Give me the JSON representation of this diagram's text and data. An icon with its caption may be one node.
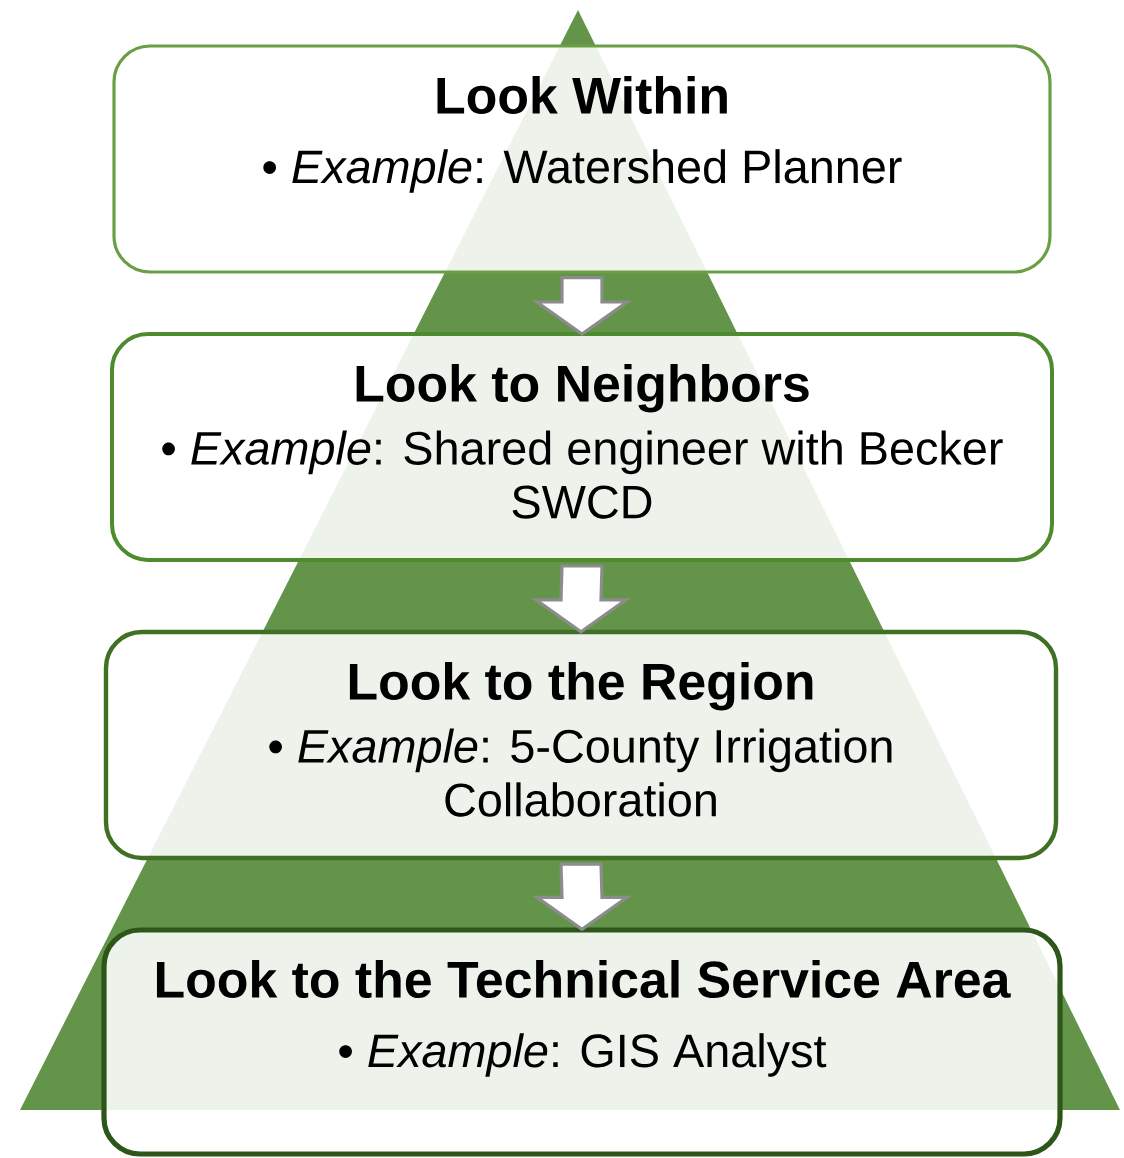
{
  "diagram": {
    "nodes": [
      {
        "text": [
          "Look Within",
          "• *Example*: Watershed Planner"
        ]
      },
      {
        "text": [
          "Look to Neighbors",
          "• *Example*: Shared engineer with Becker SWCD"
        ]
      },
      {
        "text": [
          "Look to the Region",
          "• *Example*: 5-County Irrigation Collaboration"
        ]
      },
      {
        "text": [
          "Look to the Technical Service Area",
          "• *Example*: GIS Analyst"
        ]
      }
    ],
    "edges": [
      {
        "from": 0,
        "to": 1,
        "arrow": "to"
      },
      {
        "from": 1,
        "to": 2,
        "arrow": "to"
      },
      {
        "from": 2,
        "to": 3,
        "arrow": "to"
      }
    ]
  }
}
